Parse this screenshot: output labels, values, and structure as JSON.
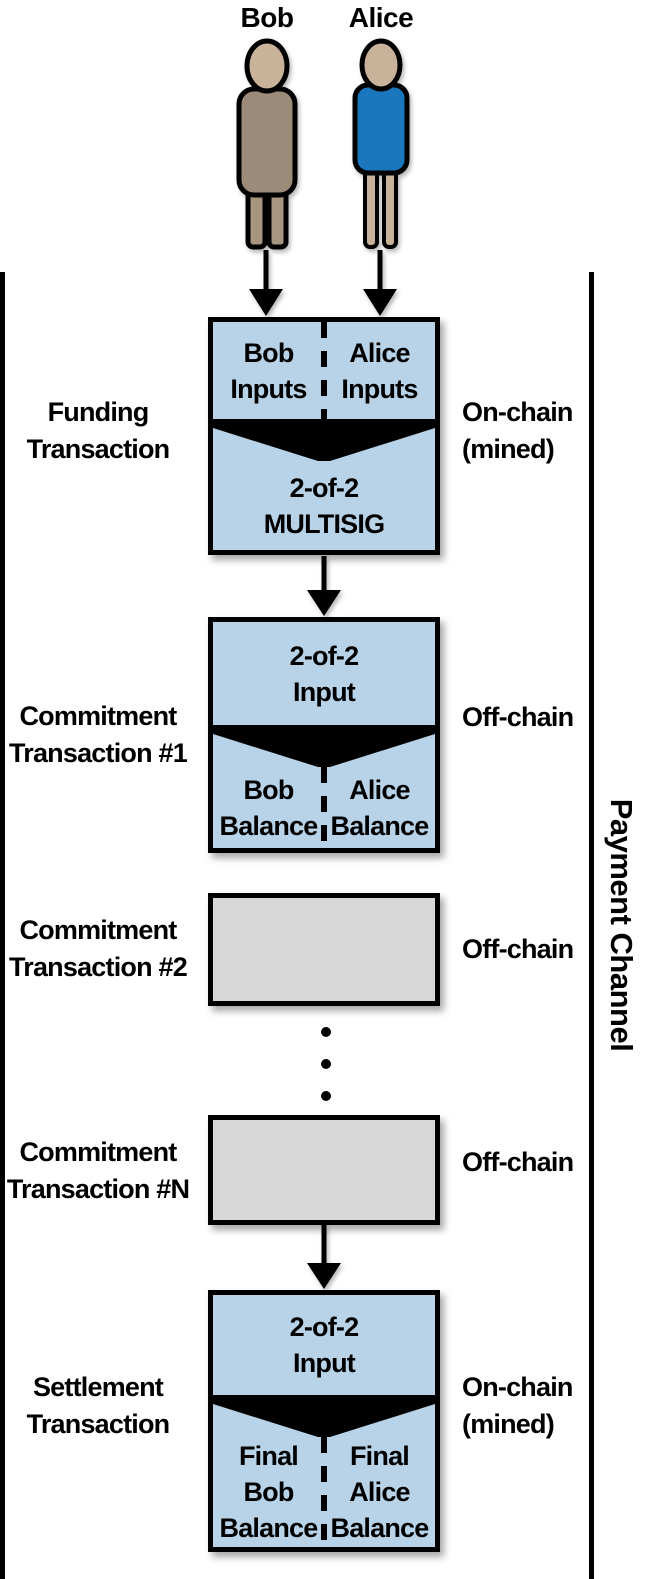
{
  "actors": {
    "bob": "Bob",
    "alice": "Alice"
  },
  "bracket": {
    "label": "Payment Channel"
  },
  "funding": {
    "left_label": {
      "line1": "Funding",
      "line2": "Transaction"
    },
    "right_label": {
      "line1": "On-chain",
      "line2": "(mined)"
    },
    "inputs_left": {
      "line1": "Bob",
      "line2": "Inputs"
    },
    "inputs_right": {
      "line1": "Alice",
      "line2": "Inputs"
    },
    "output": {
      "line1": "2-of-2",
      "line2": "MULTISIG"
    }
  },
  "commitment1": {
    "left_label": {
      "line1": "Commitment",
      "line2": "Transaction #1"
    },
    "right_label": {
      "line1": "Off-chain"
    },
    "input": {
      "line1": "2-of-2",
      "line2": "Input"
    },
    "outputs_left": {
      "line1": "Bob",
      "line2": "Balance"
    },
    "outputs_right": {
      "line1": "Alice",
      "line2": "Balance"
    }
  },
  "commitment2": {
    "left_label": {
      "line1": "Commitment",
      "line2": "Transaction #2"
    },
    "right_label": {
      "line1": "Off-chain"
    }
  },
  "commitmentN": {
    "left_label": {
      "line1": "Commitment",
      "line2": "Transaction #N"
    },
    "right_label": {
      "line1": "Off-chain"
    }
  },
  "settlement": {
    "left_label": {
      "line1": "Settlement",
      "line2": "Transaction"
    },
    "right_label": {
      "line1": "On-chain",
      "line2": "(mined)"
    },
    "input": {
      "line1": "2-of-2",
      "line2": "Input"
    },
    "outputs_left": {
      "line1": "Final",
      "line2": "Bob",
      "line3": "Balance"
    },
    "outputs_right": {
      "line1": "Final",
      "line2": "Alice",
      "line3": "Balance"
    }
  },
  "colors": {
    "box_blue": "#b8d3e8",
    "box_gray": "#d8d8d8",
    "outline": "#000000",
    "skin": "#c9b29a",
    "bob_body": "#9c8b79",
    "bob_legs": "#a79580",
    "alice_dress": "#1b77bd"
  }
}
